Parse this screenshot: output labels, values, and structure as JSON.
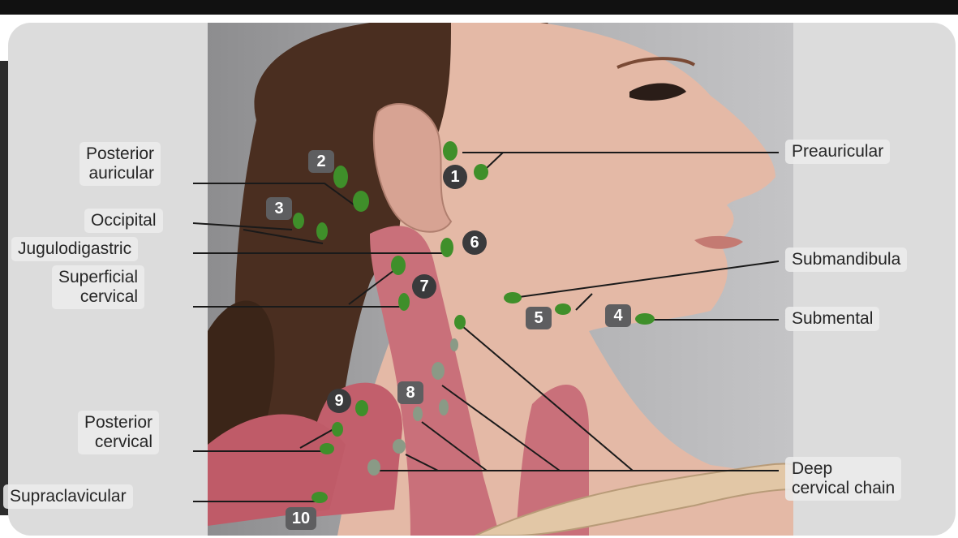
{
  "labels": {
    "posterior_auricular": [
      "Posterior",
      "auricular"
    ],
    "occipital": "Occipital",
    "jugulodigastric": "Jugulodigastric",
    "superficial_cervical": [
      "Superficial",
      "cervical"
    ],
    "posterior_cervical": [
      "Posterior",
      "cervical"
    ],
    "supraclavicular": "Supraclavicular",
    "preauricular": "Preauricular",
    "submandibular": "Submandibula",
    "submental": "Submental",
    "deep_cervical_chain": [
      "Deep",
      "cervical chain"
    ]
  },
  "badges": [
    "1",
    "2",
    "3",
    "4",
    "5",
    "6",
    "7",
    "8",
    "9",
    "10"
  ],
  "colors": {
    "node_green": "#3f8f2a",
    "node_gray": "#8a9a86",
    "leader_line": "#1a1a1a",
    "muscle": "#c9707a",
    "skin": "#e4b9a6",
    "hair": "#4a2e20"
  }
}
